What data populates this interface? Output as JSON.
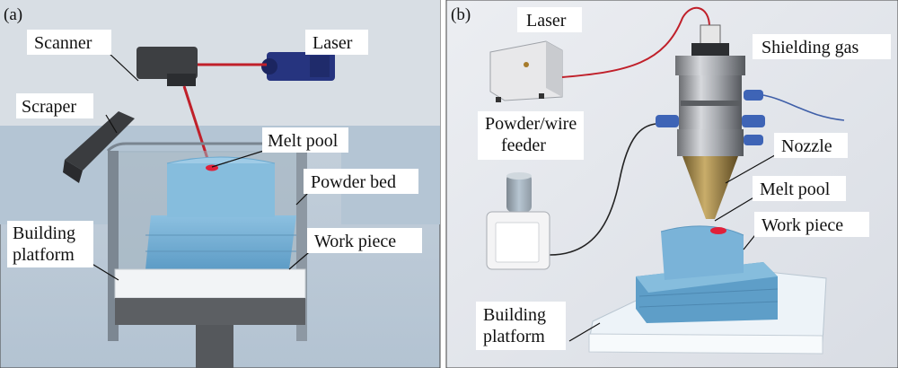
{
  "panel_a": {
    "tag": "(a)",
    "labels": {
      "scanner": "Scanner",
      "laser": "Laser",
      "scraper": "Scraper",
      "melt_pool": "Melt pool",
      "powder_bed": "Powder bed",
      "work_piece": "Work piece",
      "building_platform_1": "Building",
      "building_platform_2": "platform"
    }
  },
  "panel_b": {
    "tag": "(b)",
    "labels": {
      "laser": "Laser",
      "shielding_gas": "Shielding gas",
      "feeder_1": "Powder/wire",
      "feeder_2": "feeder",
      "nozzle": "Nozzle",
      "melt_pool": "Melt pool",
      "work_piece": "Work piece",
      "building_platform_1": "Building",
      "building_platform_2": "platform"
    }
  },
  "colors": {
    "laser_beam": "#c0202a",
    "workpiece": "#6aa9cf",
    "background_a": "#b9c8d6",
    "background_b": "#e3e6ec"
  }
}
